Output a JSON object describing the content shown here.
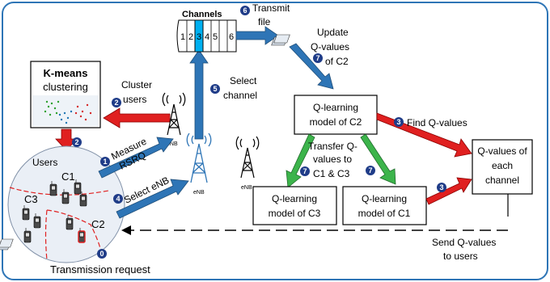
{
  "labels": {
    "kmeans_line1": "K-means",
    "kmeans_line2": "clustering",
    "cluster_users_1": "Cluster",
    "cluster_users_2": "users",
    "measure_rsrq_1": "Measure",
    "measure_rsrq_2": "RSRQ",
    "select_enb": "Select eNB",
    "enb": "eNB",
    "users": "Users",
    "c1": "C1",
    "c2": "C2",
    "c3": "C3",
    "transmission_request": "Transmission request",
    "channels": "Channels",
    "channel_numbers": [
      "1",
      "2",
      "3",
      "4",
      "5",
      "6"
    ],
    "transmit_file_1": "Transmit",
    "transmit_file_2": "file",
    "update_q_1": "Update",
    "update_q_2": "Q-values",
    "update_q_3": "of C2",
    "select_channel_1": "Select",
    "select_channel_2": "channel",
    "ql_c2_1": "Q-learning",
    "ql_c2_2": "model of C2",
    "find_q_values": "Find Q-values",
    "transfer_1": "Transfer Q-",
    "transfer_2": "values to",
    "transfer_3": "C1 & C3",
    "ql_c3_1": "Q-learning",
    "ql_c3_2": "model of C3",
    "ql_c1_1": "Q-learning",
    "ql_c1_2": "model of C1",
    "qvals_1": "Q-values of",
    "qvals_2": "each",
    "qvals_3": "channel",
    "send_q_1": "Send Q-values",
    "send_q_2": "to users"
  },
  "steps": [
    "0",
    "1",
    "2",
    "3",
    "4",
    "5",
    "6",
    "7"
  ],
  "colors": {
    "blue_arrow": "#2E75B6",
    "red_arrow": "#E02020",
    "green_arrow": "#3CB44B",
    "badge": "#1F3C88",
    "frame": "#2E75B6",
    "highlight_channel": "#00B0F0"
  }
}
